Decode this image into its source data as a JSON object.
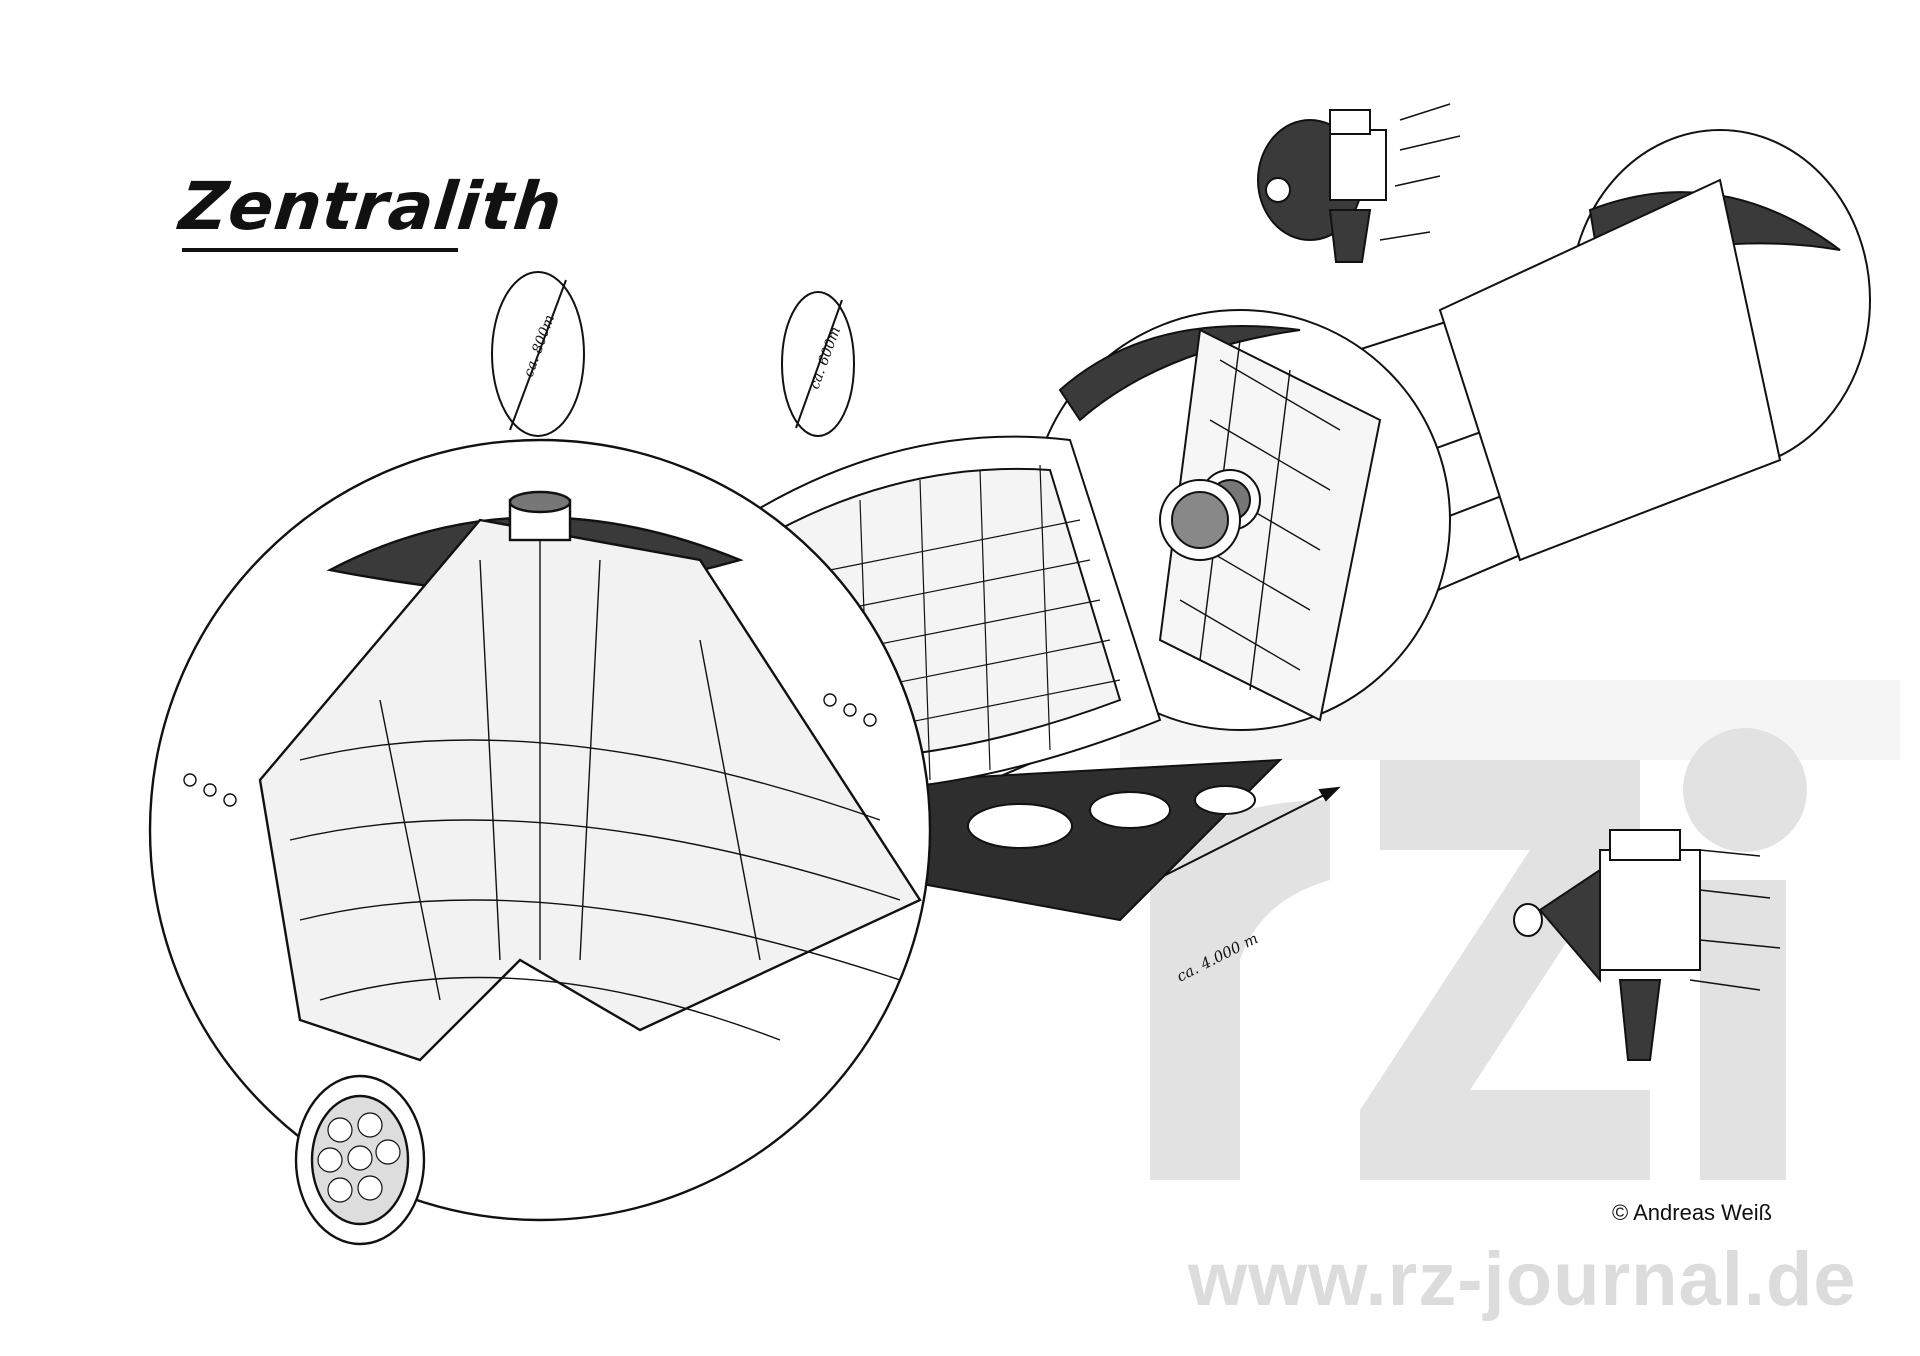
{
  "title": "Zentralith",
  "dimensions": {
    "sphere_large": "ca. 800m",
    "sphere_medium": "ca. 600m",
    "length": "ca. 4.000 m"
  },
  "copyright": "© Andreas Weiß",
  "watermark": {
    "url": "www.rz-journal.de",
    "logo_text": "rzi"
  },
  "colors": {
    "ink": "#111111",
    "dark_cap": "#3a3a3a",
    "watermark_gray": "#dcdcdc",
    "background": "#ffffff"
  }
}
